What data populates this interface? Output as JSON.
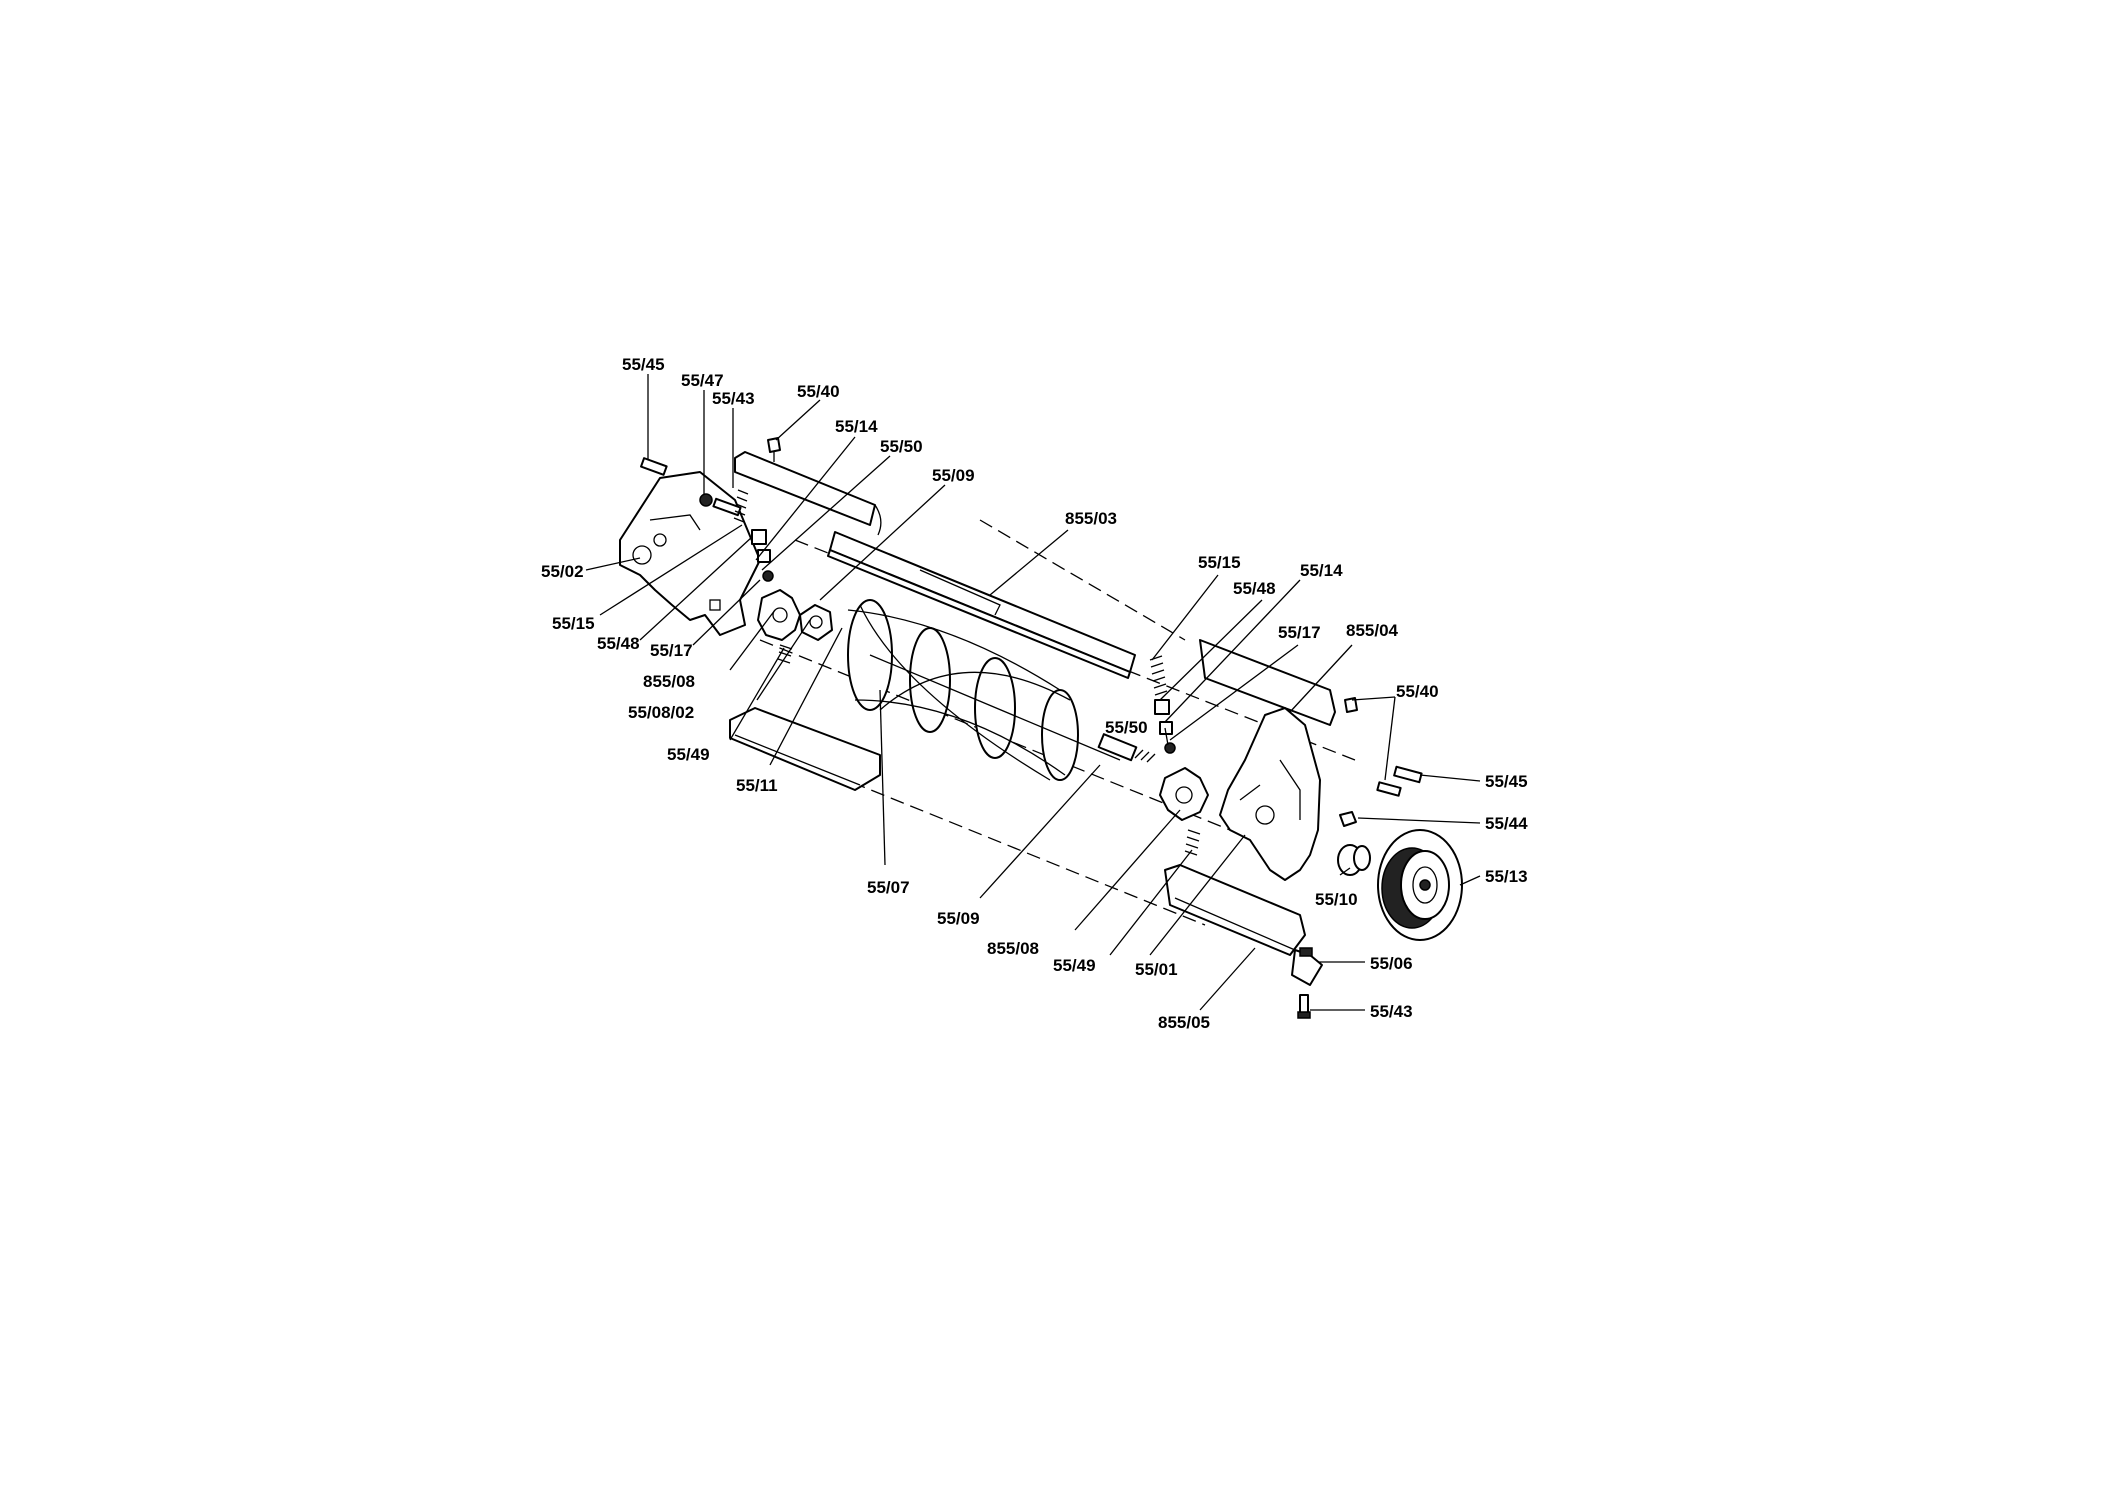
{
  "labels": {
    "l_55_45_a": "55/45",
    "l_55_47": "55/47",
    "l_55_43_a": "55/43",
    "l_55_40_a": "55/40",
    "l_55_14_a": "55/14",
    "l_55_50_a": "55/50",
    "l_55_09_a": "55/09",
    "l_855_03": "855/03",
    "l_55_02": "55/02",
    "l_55_15_a": "55/15",
    "l_55_48_a": "55/48",
    "l_55_17_a": "55/17",
    "l_855_08_a": "855/08",
    "l_55_08_02": "55/08/02",
    "l_55_49_a": "55/49",
    "l_55_11": "55/11",
    "l_55_07": "55/07",
    "l_55_09_b": "55/09",
    "l_855_08_b": "855/08",
    "l_55_49_b": "55/49",
    "l_55_50_b": "55/50",
    "l_55_15_b": "55/15",
    "l_55_48_b": "55/48",
    "l_55_14_b": "55/14",
    "l_55_17_b": "55/17",
    "l_855_04": "855/04",
    "l_55_40_b": "55/40",
    "l_55_45_b": "55/45",
    "l_55_44": "55/44",
    "l_55_13": "55/13",
    "l_55_10": "55/10",
    "l_55_01": "55/01",
    "l_55_06": "55/06",
    "l_55_43_b": "55/43",
    "l_855_05": "855/05"
  }
}
